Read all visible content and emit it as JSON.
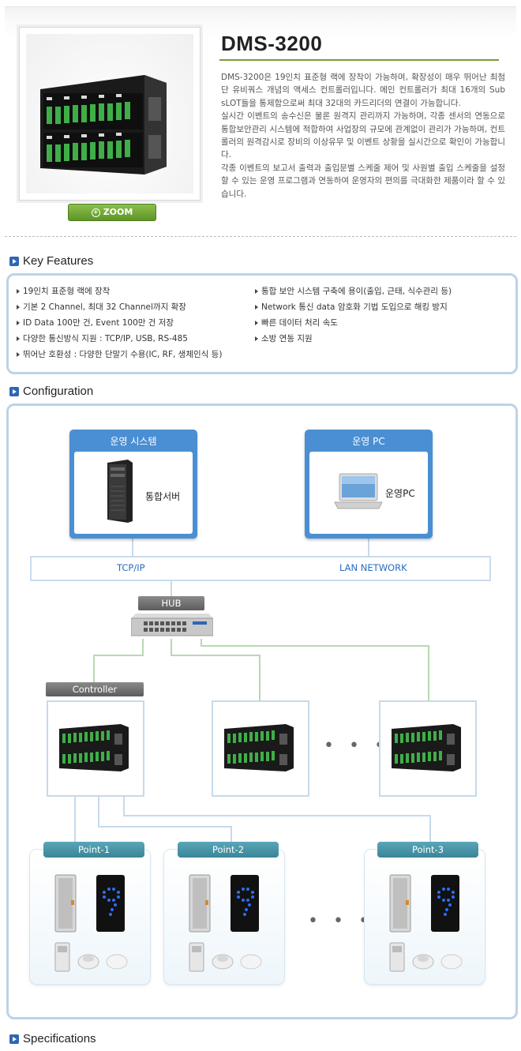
{
  "product": {
    "title": "DMS-3200",
    "zoom_label": "ZOOM",
    "description": [
      "DMS-3200은 19인치 표준형 랙에 장착이 가능하며, 확장성이 매우 뛰어난 최첨단 유비쿼스 개념의 액세스 컨트롤러입니다. 메인 컨트롤러가 최대 16개의 Sub sLOT들을 통제함으로써 최대 32대의 카드리더의 연결이 가능합니다.",
      "실시간 이벤트의 송수신은 물론 원격지 관리까지 가능하며, 각종 센서의 연동으로 통합보안관리 시스템에 적합하여 사업장의 규모에 관계없이 관리가 가능하며, 컨트롤러의 원격감시로 장비의 이상유무 및 이벤트 상황을 실시간으로 확인이 가능합니다.",
      "각종 이벤트의 보고서 출력과 출입문별 스케줄 제어 및 사원별 출입 스케줄을 설정할 수 있는 운영 프로그램과 연동하여 운영자의 편의를 극대화한 제품이라 할 수 있습니다."
    ]
  },
  "sections": {
    "key_features": "Key Features",
    "configuration": "Configuration",
    "specifications": "Specifications"
  },
  "key_features": {
    "left": [
      "19인치 표준형 랙에 장착",
      "기본 2 Channel, 최대 32 Channel까지 확장",
      "ID Data 100만 건, Event 100만 건 저장",
      "다양한 통신방식 지원 : TCP/IP, USB, RS-485",
      "뛰어난 호환성 : 다양한 단말기 수용(IC, RF, 생체인식 등)"
    ],
    "right": [
      "통합 보안 시스템 구축에 용이(출입, 근태, 식수관리 등)",
      "Network 통신 data 암호화 기법 도입으로 해킹 방지",
      "빠른 데이터 처리 속도",
      "소방 연동 지원"
    ]
  },
  "configuration": {
    "ops_system": {
      "title": "운영 시스템",
      "label": "통합서버"
    },
    "ops_pc": {
      "title": "운영 PC",
      "label": "운영PC"
    },
    "network": {
      "left": "TCP/IP",
      "right": "LAN NETWORK"
    },
    "hub_label": "HUB",
    "controller_label": "Controller",
    "ellipsis": "• • •",
    "points": [
      "Point-1",
      "Point-2",
      "Point-3"
    ]
  },
  "colors": {
    "accent_blue": "#2f66b3",
    "card_blue": "#4a8fd3",
    "zoom_green": "#6fa535",
    "point_teal": "#3a8598",
    "wire_green": "#b7d9b0"
  }
}
